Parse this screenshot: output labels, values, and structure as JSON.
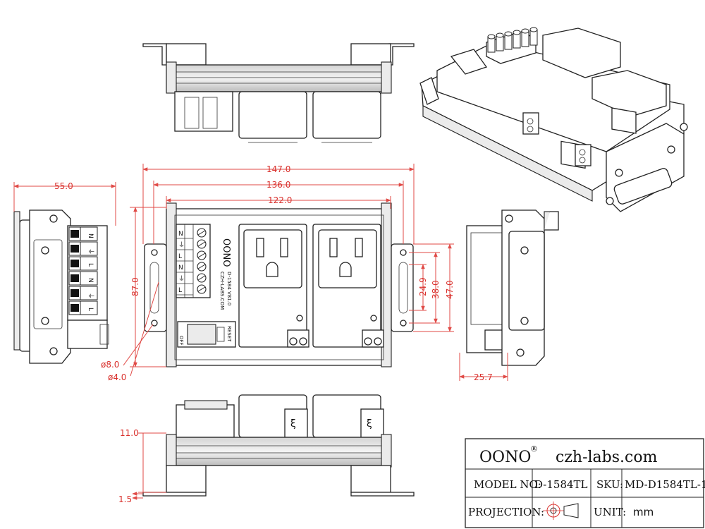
{
  "dimensions": {
    "d147": "147.0",
    "d136": "136.0",
    "d122": "122.0",
    "d87": "87.0",
    "d55": "55.0",
    "d24_9": "24.9",
    "d38": "38.0",
    "d47": "47.0",
    "d25_7": "25.7",
    "d8": "ø8.0",
    "d4": "ø4.0",
    "d11": "11.0",
    "d1_5": "1.5"
  },
  "front_panel": {
    "logo": "OONO",
    "model_text": "D-1584 V81.0",
    "url_text": "CZH-LABS.COM",
    "reset_label": "RESET",
    "off_label": "OFF",
    "terminal_labels": [
      "N",
      "⏚",
      "L",
      "N",
      "⏚",
      "L"
    ]
  },
  "title_block": {
    "brand": "OONO",
    "registered": "®",
    "website": "czh-labs.com",
    "model_label": "MODEL NO:",
    "model_value": "D-1584TL",
    "sku_label": "SKU:",
    "sku_value": "MD-D1584TL-1",
    "projection_label": "PROJECTION:",
    "projection_symbol": "first-angle-projection-icon",
    "unit_label": "UNIT:",
    "unit_value": "mm"
  }
}
